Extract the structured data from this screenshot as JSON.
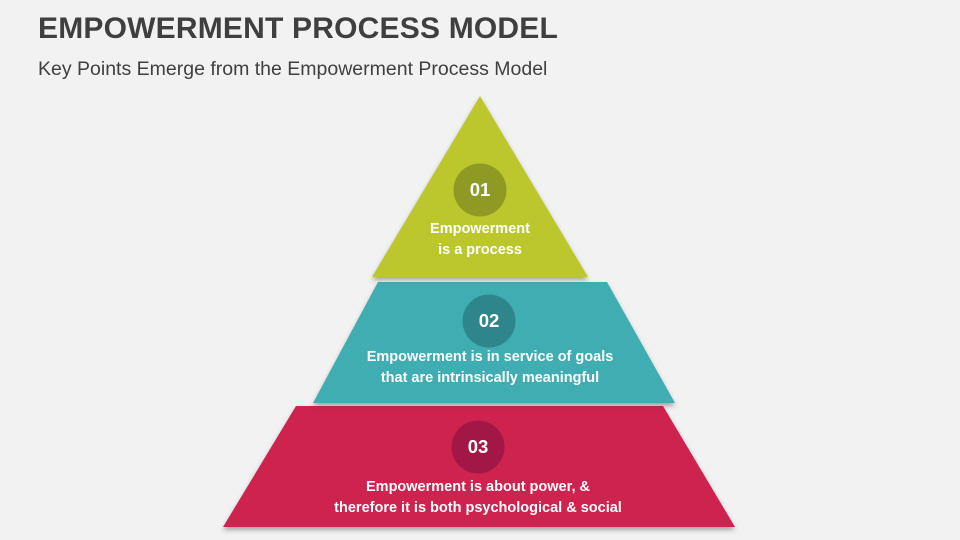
{
  "page": {
    "background_color": "#f2f2f3"
  },
  "header": {
    "title": "EMPOWERMENT PROCESS MODEL",
    "title_color": "#3f3f3f",
    "subtitle": "Key Points Emerge from the Empowerment Process Model",
    "subtitle_color": "#404040"
  },
  "pyramid": {
    "text_color": "#ffffff",
    "tiers": [
      {
        "number": "01",
        "line1": "Empowerment",
        "line2": "is a process",
        "full_text": "Empowerment is a process",
        "fill": "#bcc72f",
        "badge_fill": "#8e9a23"
      },
      {
        "number": "02",
        "line1": "Empowerment is in service of goals",
        "line2": "that are intrinsically meaningful",
        "full_text": "Empowerment is in service of goals that are intrinsically meaningful",
        "fill": "#3fadb2",
        "badge_fill": "#2e868c"
      },
      {
        "number": "03",
        "line1": "Empowerment is about power, &",
        "line2": "therefore it is both psychological & social",
        "full_text": "Empowerment is about power, & therefore it is both psychological & social",
        "fill": "#ce2050",
        "badge_fill": "#a21745"
      }
    ]
  }
}
